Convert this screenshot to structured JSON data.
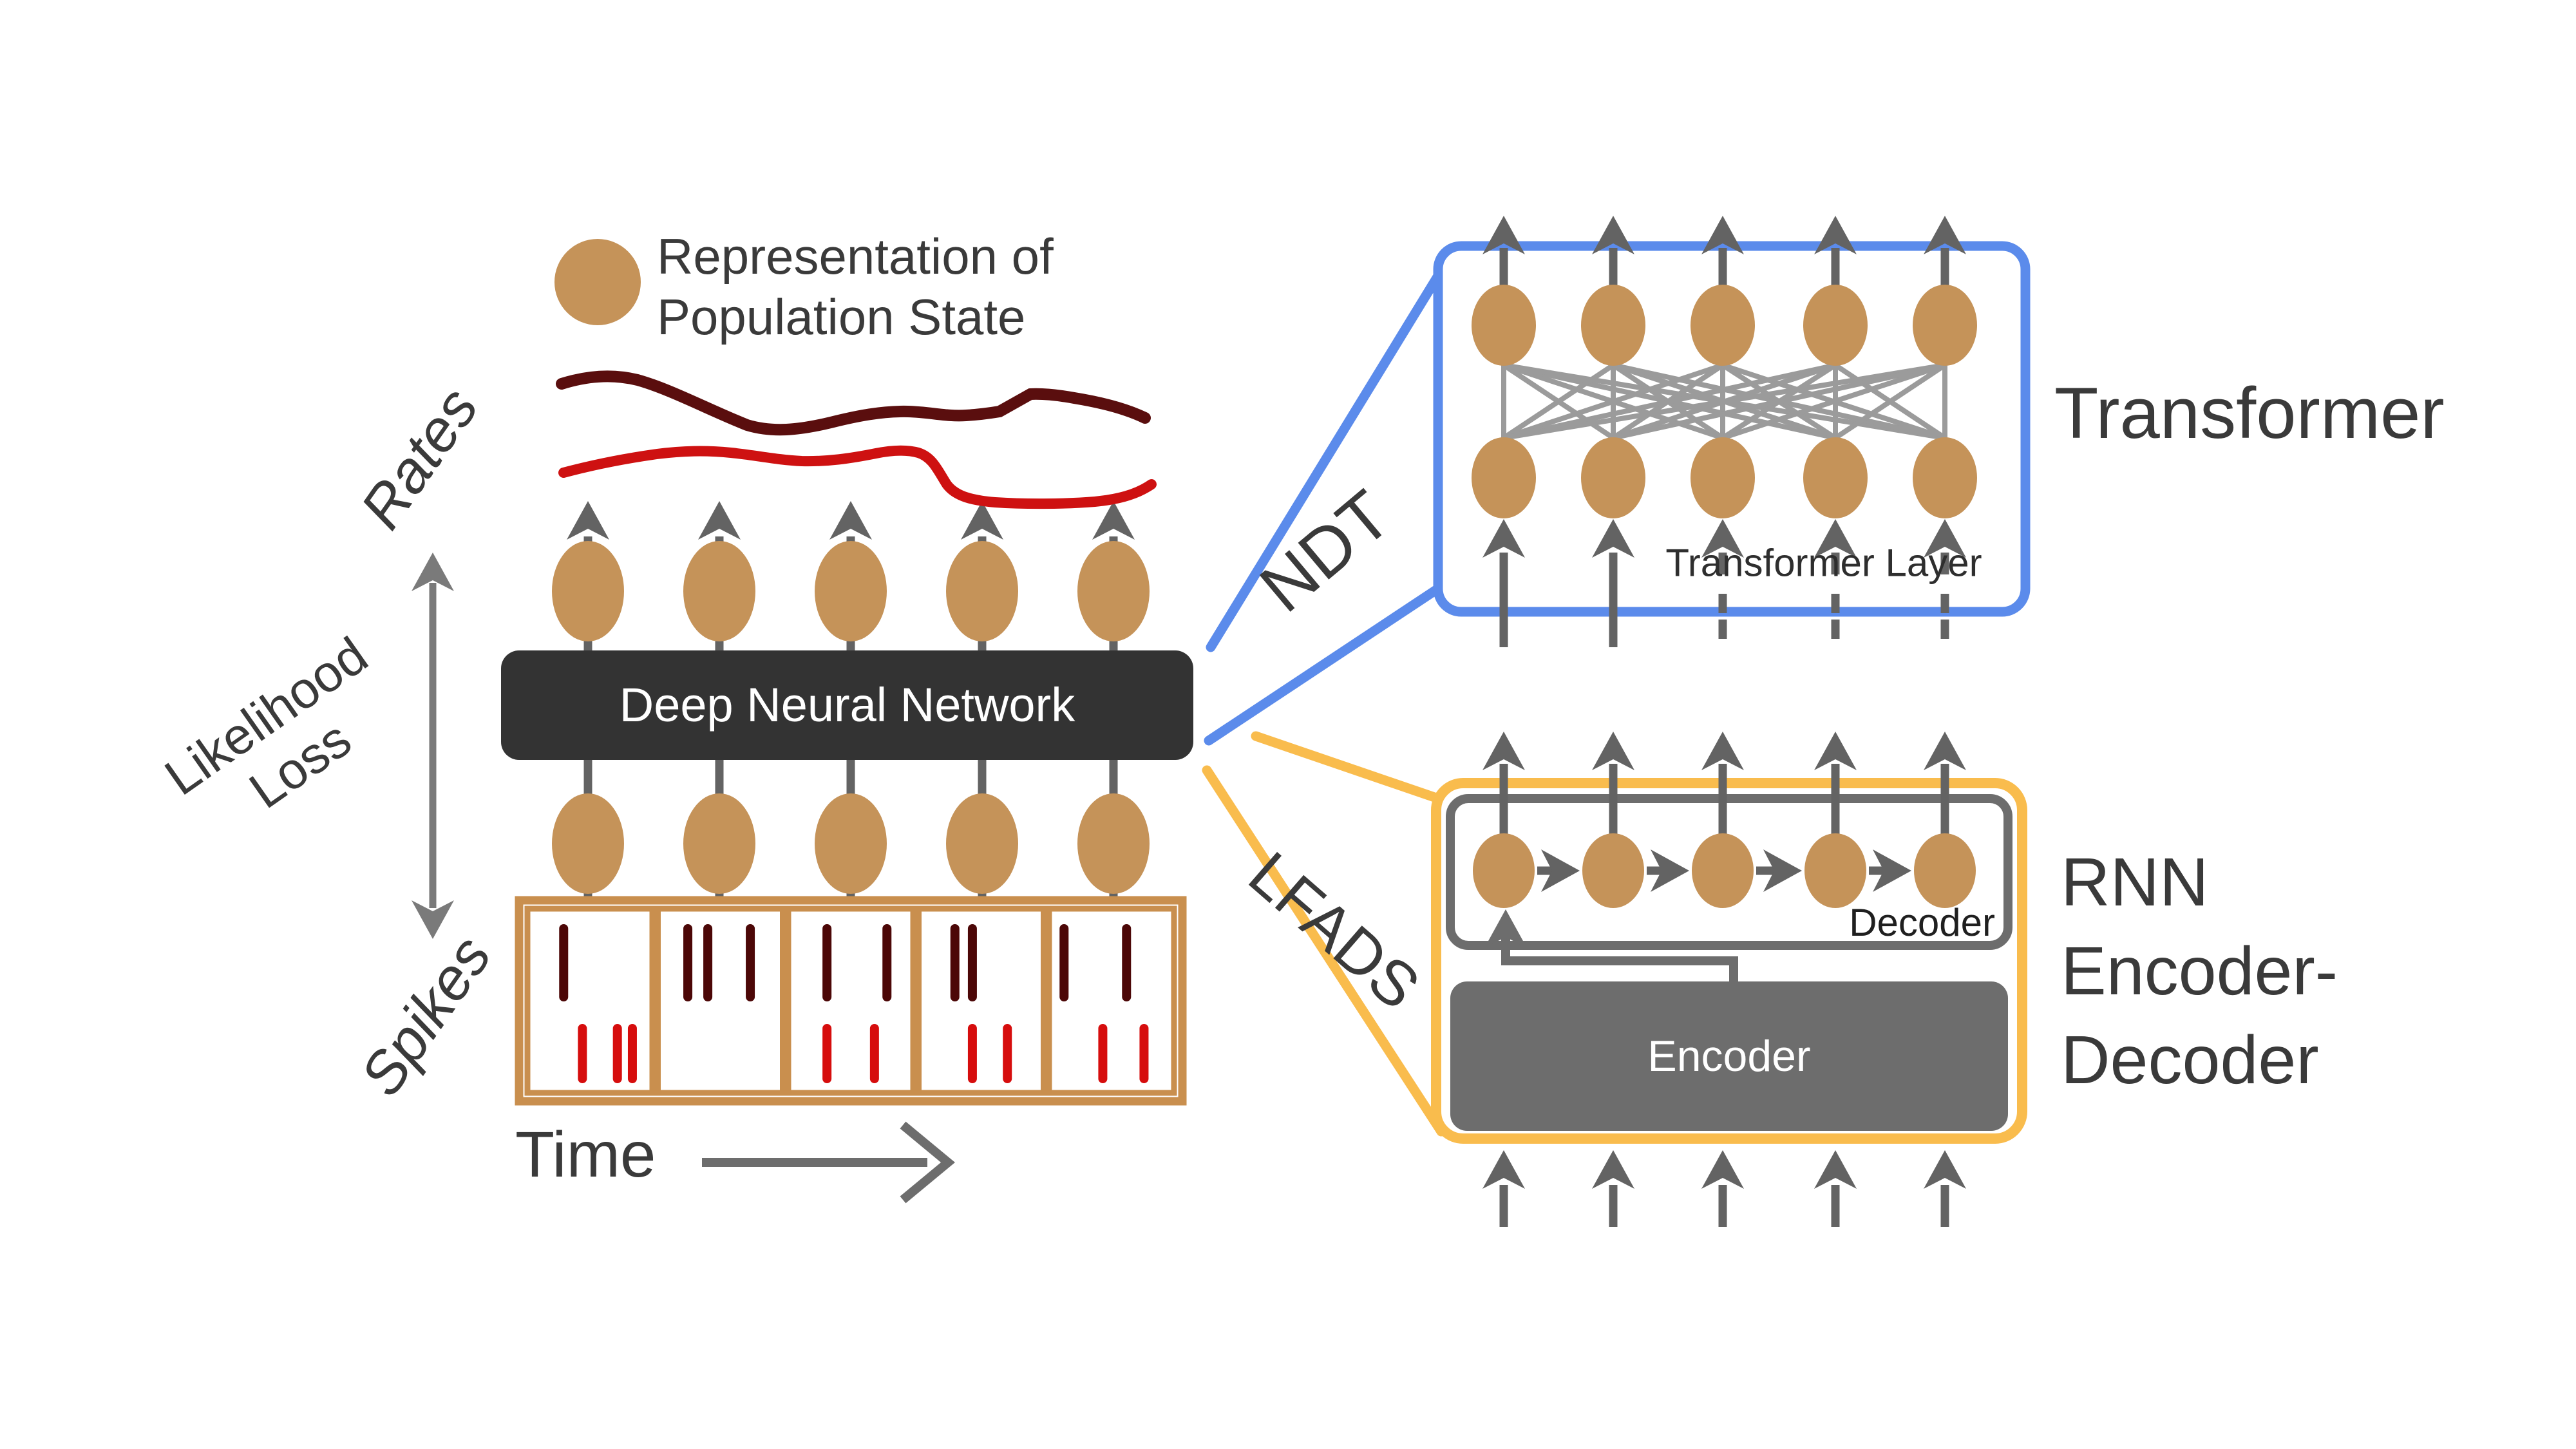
{
  "legend": {
    "line1": "Representation of",
    "line2": "Population State"
  },
  "labels": {
    "rates": "Rates",
    "likelihood_line1": "Likelihood",
    "likelihood_line2": "Loss",
    "spikes": "Spikes",
    "time": "Time",
    "dnn": "Deep Neural Network",
    "ndt": "NDT",
    "lfads": "LFADS",
    "transformer_layer": "Transformer Layer",
    "transformer": "Transformer",
    "decoder": "Decoder",
    "encoder": "Encoder",
    "rnn_line1": "RNN",
    "rnn_line2": "Encoder-",
    "rnn_line3": "Decoder"
  },
  "colors": {
    "tan": "#C59359",
    "tan_border": "#C98F4E",
    "blue": "#5B8BEB",
    "orange": "#F9BC4D",
    "dnn_fill": "#333333",
    "arrow_gray": "#636363",
    "mesh_gray": "#9B9B9B",
    "mid_gray": "#6D6D6D",
    "loss_arrow_gray": "#7A7A7A",
    "text_gray": "#3A3A3A",
    "curve_maroon": "#5A0E0E",
    "curve_red": "#CE1111",
    "tick_dark": "#4C0707",
    "tick_red": "#D60D0D"
  },
  "spikes": {
    "bins": [
      {
        "dark": [
          0.29
        ],
        "red": [
          0.44,
          0.72,
          0.84
        ]
      },
      {
        "dark": [
          0.24,
          0.4,
          0.74
        ],
        "red": []
      },
      {
        "dark": [
          0.31,
          0.79
        ],
        "red": [
          0.31,
          0.69
        ]
      },
      {
        "dark": [
          0.29,
          0.43
        ],
        "red": [
          0.43,
          0.71
        ]
      },
      {
        "dark": [
          0.12,
          0.62
        ],
        "red": [
          0.43,
          0.76
        ]
      }
    ]
  },
  "structure": {
    "left_columns": 5,
    "transformer_columns": 5,
    "decoder_columns": 5
  }
}
